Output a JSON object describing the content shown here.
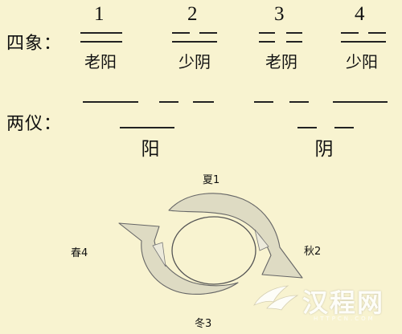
{
  "si_xiang": {
    "label": "四象：",
    "numbers": [
      "1",
      "2",
      "3",
      "4"
    ],
    "names": [
      "老阳",
      "少阴",
      "老阴",
      "少阳"
    ]
  },
  "liang_yi": {
    "label": "两仪：",
    "names": [
      "阳",
      "阴"
    ]
  },
  "cycle": {
    "summer": "夏1",
    "autumn": "秋2",
    "winter": "冬3",
    "spring": "春4"
  },
  "watermark": {
    "text": "汉程网",
    "sub": "HTTPCN.COM"
  },
  "colors": {
    "background": "#f8f3d0",
    "line": "#222222",
    "arrow_fill": "#dedbc3",
    "arrow_stroke": "#666666"
  },
  "icons": [
    "yao-solid-line",
    "yao-broken-line",
    "cycle-arrow",
    "circle"
  ]
}
